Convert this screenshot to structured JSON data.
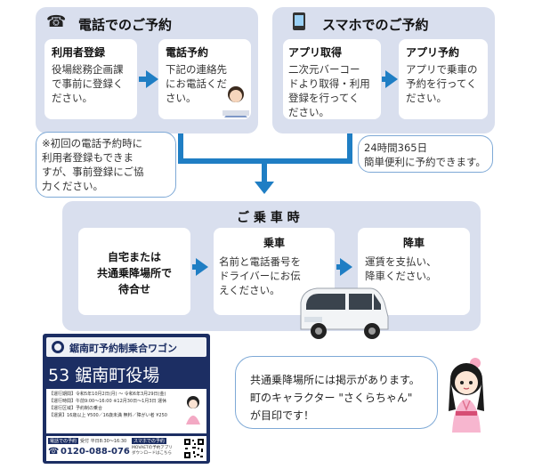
{
  "phone_section": {
    "title": "電話でのご予約",
    "step1_title": "利用者登録",
    "step1_text": "役場総務企画課\nで事前に登録く\nださい。",
    "step2_title": "電話予約",
    "step2_text": "下記の連絡先\nにお電話くだ\nさい。"
  },
  "phone_note": "※初回の電話予約時に\n  利用者登録もできま\n  すが、事前登録にご協\n  力ください。",
  "app_section": {
    "title": "スマホでのご予約",
    "step1_title": "アプリ取得",
    "step1_text": "二次元バーコー\nドより取得・利用\n登録を行ってく\nださい。",
    "step2_title": "アプリ予約",
    "step2_text": "アプリで乗車の\n予約を行ってく\nださい。"
  },
  "app_note": "24時間365日\n簡単便利に予約できます。",
  "ride_section": {
    "title": "ご 乗 車 時",
    "step1_text": "自宅または\n共通乗降場所で\n待合せ",
    "step2_title": "乗車",
    "step2_text": "名前と電話番号を\nドライバーにお伝\nえください。",
    "step3_title": "降車",
    "step3_text": "運賃を支払い、\n降車ください。"
  },
  "sign": {
    "header": "鋸南町予約制乗合ワゴン",
    "stop_name": "53 鋸南町役場",
    "details": [
      "【運行期間】令和5年10月2日(月) ～ 令和6年3月29日(金)",
      "【運行時間】午前9:00～16:00 ※12月30日～1月3日 運休",
      "【運行区域】予約制の乗合",
      "【運賃】16歳以上 ¥500／16歳未満 無料／障がい者 ¥250"
    ],
    "phone_label": "電話での予約",
    "phone_hours": "受付 平日8:30～16:30",
    "app_label": "スマホでの予約",
    "app_sub": "MOVAETの予約アプリ\nダウンロードはこちら",
    "phone_number": "0120-088-076"
  },
  "character_note": "共通乗降場所には掲示があります。\n町のキャラクター \"さくらちゃん\"\nが目印です！",
  "colors": {
    "panel": "#d9dfee",
    "arrow": "#1f7ec4",
    "sign_header": "#1f2c55",
    "sign_body": "#1c2e63"
  }
}
